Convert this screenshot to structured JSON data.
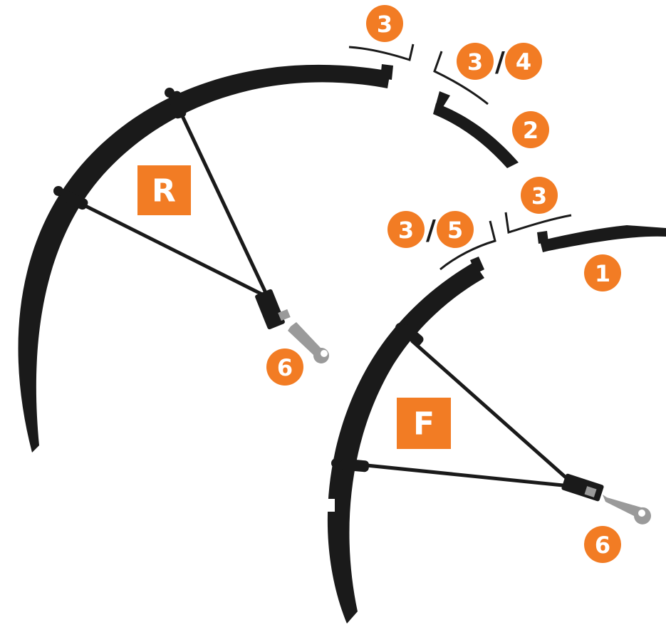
{
  "colors": {
    "accent": "#f27c24",
    "fender": "#1a1a1a",
    "bracket": "#9a9a9a",
    "label_text": "#ffffff"
  },
  "rear": {
    "box_label": "R",
    "eyelet_number": "6"
  },
  "front": {
    "box_label": "F",
    "eyelet_number": "6"
  },
  "callouts": {
    "top_joint_left": "3",
    "top_joint_right_a": "3",
    "top_joint_right_slash": "/",
    "top_joint_right_b": "4",
    "rear_lower_section": "2",
    "front_joint_right": "3",
    "front_joint_left_a": "3",
    "front_joint_left_slash": "/",
    "front_joint_left_b": "5",
    "front_tip_section": "1"
  }
}
